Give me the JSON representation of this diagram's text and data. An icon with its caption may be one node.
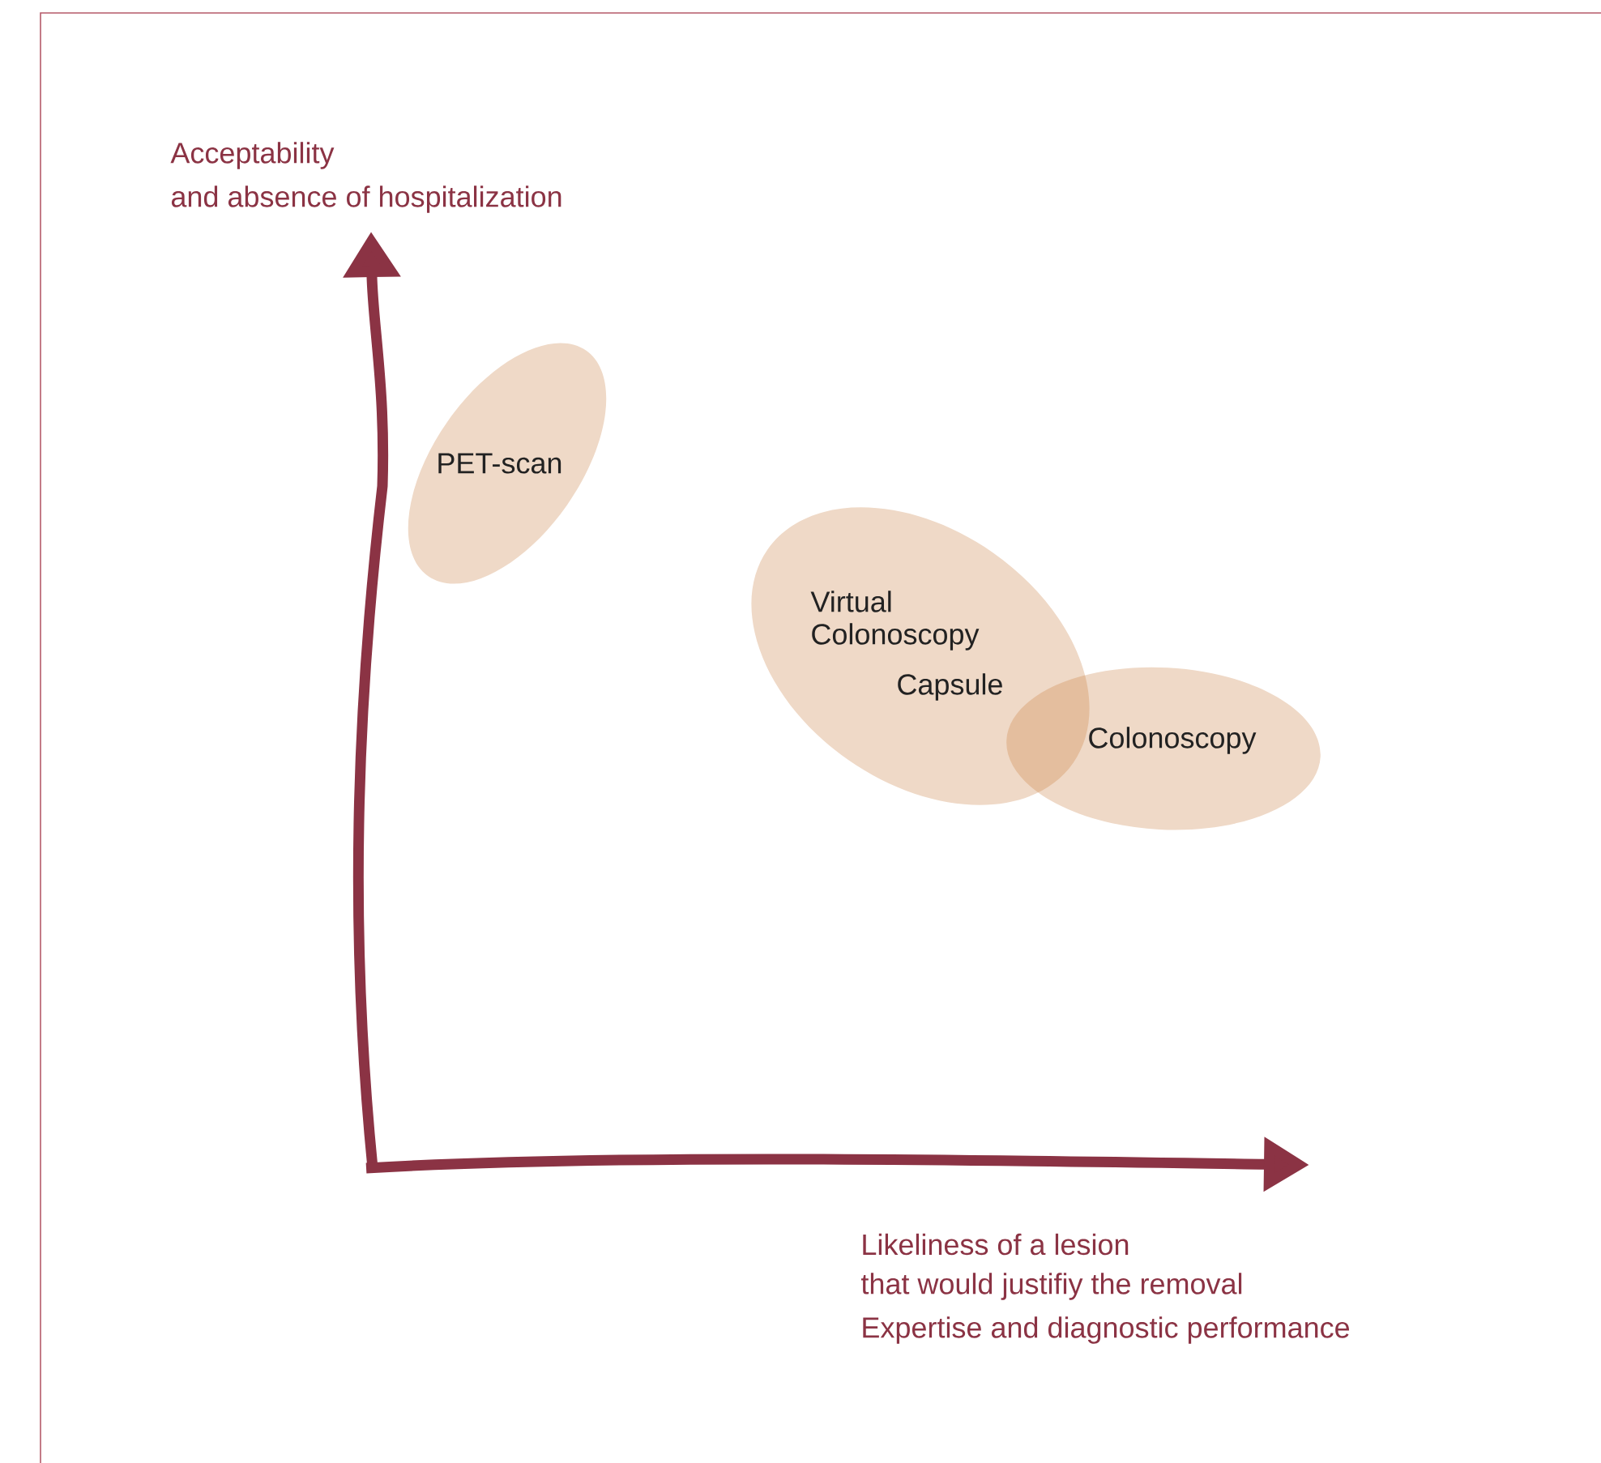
{
  "diagram": {
    "nodes": [
      {
        "text": [
          "PET-scan"
        ]
      },
      {
        "text": [
          "Virtual Colonoscopy",
          "Capsule"
        ]
      },
      {
        "text": [
          "Colonoscopy"
        ]
      }
    ],
    "labels": [
      "Acceptability",
      "and absence of hospitalization",
      "Likeliness of a lesion",
      "that would justifiy the removal",
      "Expertise and diagnostic performance"
    ]
  }
}
